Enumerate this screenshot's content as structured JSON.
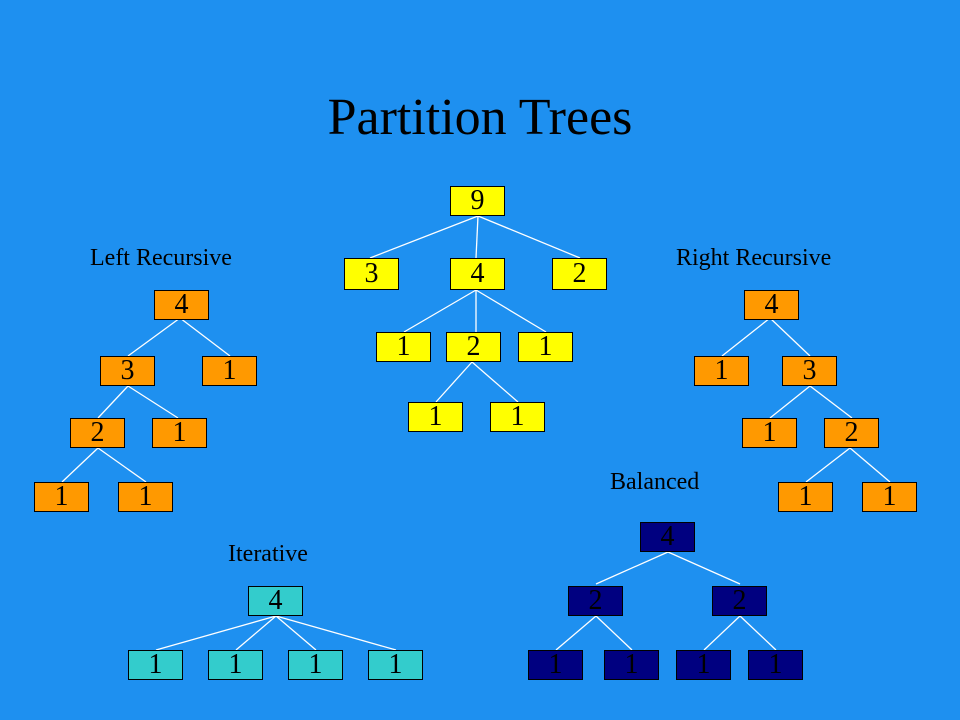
{
  "title": "Partition Trees",
  "labels": {
    "left": "Left Recursive",
    "right": "Right Recursive",
    "balanced": "Balanced",
    "iterative": "Iterative"
  },
  "colors": {
    "background": "#1E90F0",
    "center": "#FFFF00",
    "left": "#FF9900",
    "right": "#FF9900",
    "iterative": "#33CCCC",
    "balanced": "#000080"
  },
  "trees": {
    "center": {
      "root": "9",
      "level1": [
        "3",
        "4",
        "2"
      ],
      "level2": [
        "1",
        "2",
        "1"
      ],
      "level3": [
        "1",
        "1"
      ]
    },
    "left": {
      "root": "4",
      "level1": [
        "3",
        "1"
      ],
      "level2": [
        "2",
        "1"
      ],
      "level3": [
        "1",
        "1"
      ]
    },
    "right": {
      "root": "4",
      "level1": [
        "1",
        "3"
      ],
      "level2": [
        "1",
        "2"
      ],
      "level3": [
        "1",
        "1"
      ]
    },
    "iterative": {
      "root": "4",
      "leaves": [
        "1",
        "1",
        "1",
        "1"
      ]
    },
    "balanced": {
      "root": "4",
      "level1": [
        "2",
        "2"
      ],
      "leaves": [
        "1",
        "1",
        "1",
        "1"
      ]
    }
  }
}
